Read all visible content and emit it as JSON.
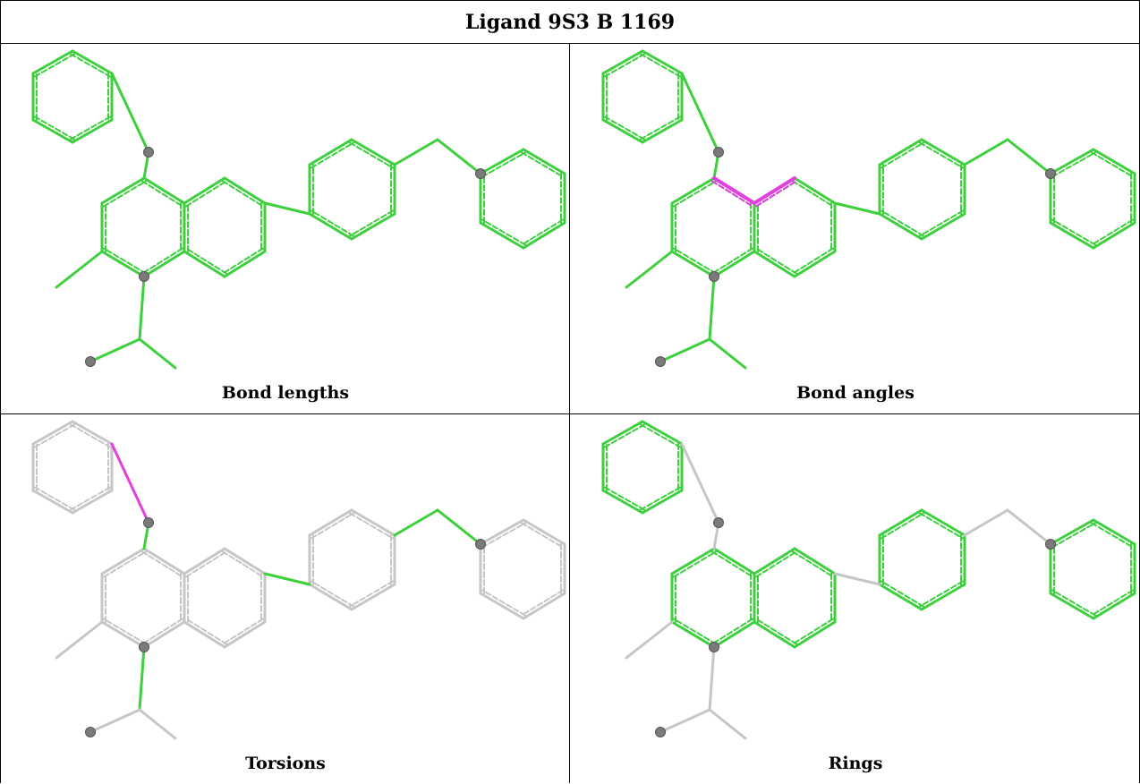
{
  "title": "Ligand 9S3 B 1169",
  "colors": {
    "ok": "#3ecf3e",
    "outlier": "#e040e0",
    "neutral": "#c6c6c6",
    "atom": "#7a7a7a"
  },
  "panels": [
    {
      "caption": "Bond lengths",
      "default": "ok",
      "outliers": []
    },
    {
      "caption": "Bond angles",
      "default": "ok",
      "outliers": [
        "c7-c8",
        "c8-c9"
      ]
    },
    {
      "caption": "Torsions",
      "default": "neutral",
      "outliers": [
        "a1-o1"
      ],
      "highlight": [
        "o1-c12",
        "n1-c11",
        "c10-c14",
        "c19-c23",
        "c23-n2"
      ]
    },
    {
      "caption": "Rings",
      "default": "ring",
      "outliers": []
    }
  ]
}
